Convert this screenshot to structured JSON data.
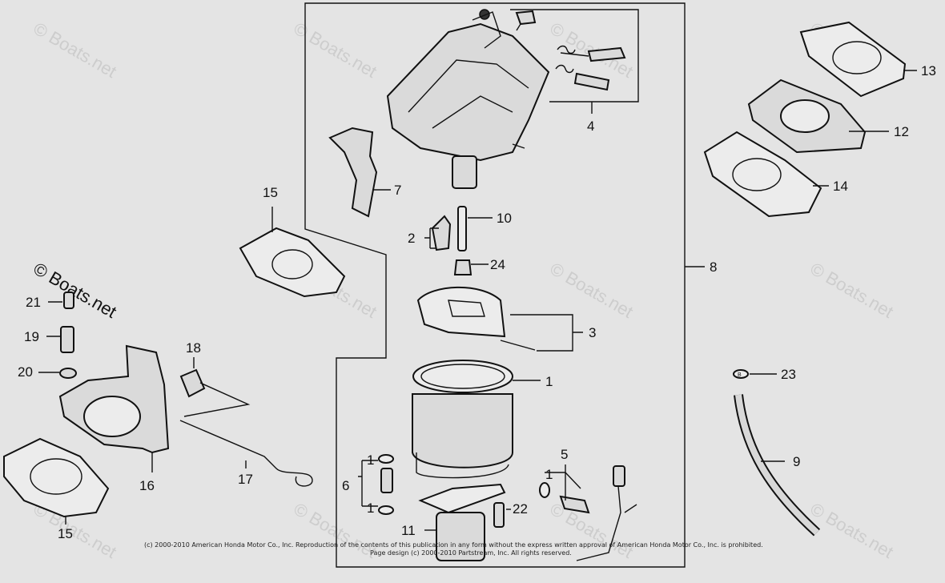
{
  "watermark": "© Boats.net",
  "copyright": {
    "line1": "(c) 2000-2010 American Honda Motor Co., Inc. Reproduction of the contents of this publication in any form without the express written approval of American Honda Motor Co., Inc. is prohibited.",
    "line2": "Page design (c) 2000-2010 Partstream, Inc. All rights reserved."
  },
  "callouts": {
    "c1": "1",
    "c1a": "1",
    "c1b": "1",
    "c1c": "1",
    "c2": "2",
    "c3": "3",
    "c4": "4",
    "c5": "5",
    "c6": "6",
    "c7": "7",
    "c8": "8",
    "c9": "9",
    "c10": "10",
    "c11": "11",
    "c12": "12",
    "c13": "13",
    "c14": "14",
    "c15a": "15",
    "c15b": "15",
    "c16": "16",
    "c17": "17",
    "c18": "18",
    "c19": "19",
    "c20": "20",
    "c21": "21",
    "c22": "22",
    "c23": "23",
    "c24": "24"
  },
  "small_labels": {
    "c23_tag": "B"
  },
  "colors": {
    "background": "#e4e4e4",
    "ink": "#111111",
    "watermark": "#c9c9c9"
  }
}
